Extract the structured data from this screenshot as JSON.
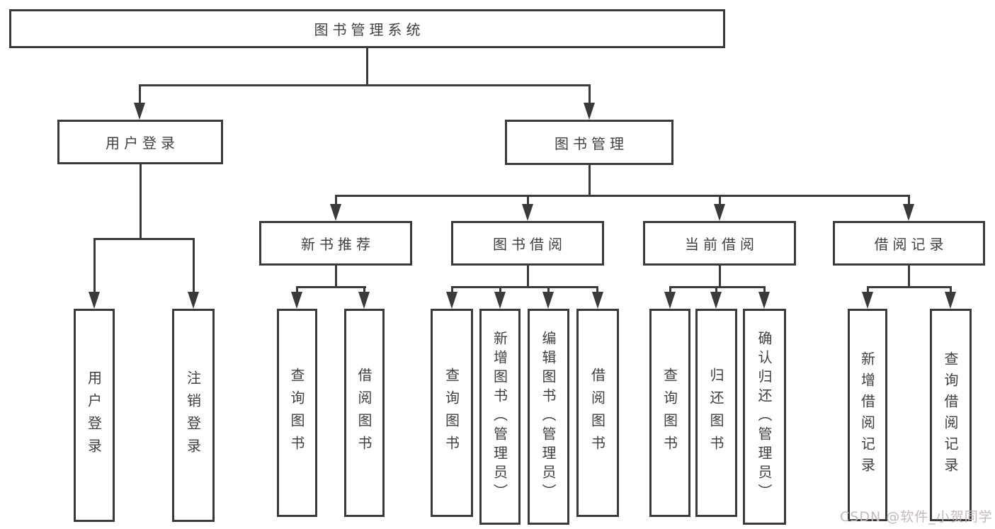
{
  "root": {
    "label": "图书管理系统"
  },
  "level2": [
    {
      "id": "user-login",
      "label": "用户登录"
    },
    {
      "id": "book-management",
      "label": "图书管理"
    }
  ],
  "level3": [
    {
      "id": "new-book-recommend",
      "label": "新书推荐"
    },
    {
      "id": "book-borrow",
      "label": "图书借阅"
    },
    {
      "id": "current-borrow",
      "label": "当前借阅"
    },
    {
      "id": "borrow-records",
      "label": "借阅记录"
    }
  ],
  "leaves": {
    "user_login": [
      {
        "label": "用户登录"
      },
      {
        "label": "注销登录"
      }
    ],
    "new_book_recommend": [
      {
        "label": "查询图书"
      },
      {
        "label": "借阅图书"
      }
    ],
    "book_borrow": [
      {
        "label": "查询图书"
      },
      {
        "label": "新增图书（管理员）"
      },
      {
        "label": "编辑图书（管理员）"
      },
      {
        "label": "借阅图书"
      }
    ],
    "current_borrow": [
      {
        "label": "查询图书"
      },
      {
        "label": "归还图书"
      },
      {
        "label": "确认归还（管理员）"
      }
    ],
    "borrow_records": [
      {
        "label": "新增借阅记录"
      },
      {
        "label": "查询借阅记录"
      }
    ]
  },
  "watermark": {
    "text": "CSDN @软件_小贺同学"
  },
  "colors": {
    "line": "#3a3a3a",
    "text": "#3f3f3f",
    "background": "#ffffff",
    "watermark": "#c4baba"
  }
}
